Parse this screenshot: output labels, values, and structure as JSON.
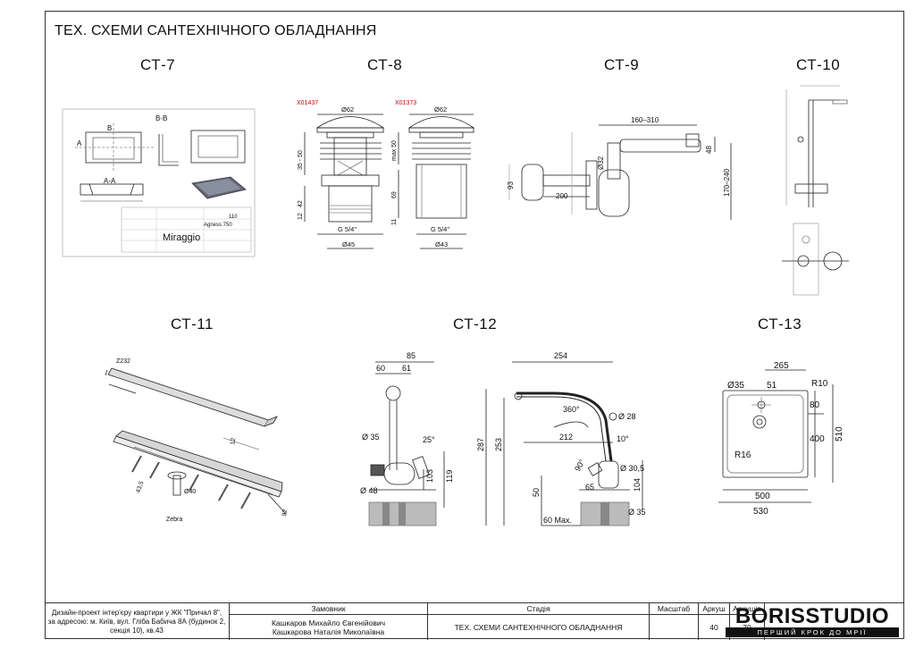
{
  "page_title": "ТЕХ. СХЕМИ САНТЕХНІЧНОГО ОБЛАДНАННЯ",
  "labels": {
    "ct7": "СТ-7",
    "ct8": "СТ-8",
    "ct9": "СТ-9",
    "ct10": "СТ-10",
    "ct11": "СТ-11",
    "ct12": "СТ-12",
    "ct13": "СТ-13"
  },
  "ct7": {
    "section_b": "B-B",
    "section_a": "A-A",
    "mark_a": "A",
    "mark_b": "B",
    "brand": "Miraggio",
    "model": "Agness 750",
    "num1": "110"
  },
  "ct8": {
    "code_left": "X01437",
    "code_right": "X01373",
    "d62": "Ø62",
    "d45": "Ø45",
    "d43": "Ø43",
    "g": "G 5/4\"",
    "h35_50": "35 - 50",
    "h42": "42",
    "h12": "12",
    "max50": "max 50",
    "h69": "69",
    "h11": "11"
  },
  "ct9": {
    "w160_310": "160–310",
    "d32": "Ø32",
    "h48": "48",
    "h93": "93",
    "w200": "200",
    "h170_240": "170–240"
  },
  "ct11": {
    "z232": "Z232",
    "zebra": "Zebra",
    "h43_5": "43,5",
    "d40": "Ø40",
    "w12": "12",
    "w92": "92"
  },
  "ct12": {
    "w85": "85",
    "w60": "60",
    "w61": "61",
    "d35a": "Ø 35",
    "a25": "25°",
    "h103": "103",
    "h119": "119",
    "d48": "Ø 48",
    "w254": "254",
    "r360": "360°",
    "d28": "Ø 28",
    "w212": "212",
    "h287": "287",
    "h253": "253",
    "a10": "10°",
    "a90": "90°",
    "d30_5": "Ø 30,5",
    "h50": "50",
    "w65": "65",
    "h104": "104",
    "max60": "60 Max.",
    "d35b": "Ø 35"
  },
  "ct13": {
    "w265": "265",
    "d35": "Ø35",
    "w51": "51",
    "r10": "R10",
    "h80": "80",
    "h400": "400",
    "h510": "510",
    "r16": "R16",
    "w500": "500",
    "w530": "530"
  },
  "title_block": {
    "project": "Дизайн-проект інтер'єру квартири у ЖК \"Причал 8\", за адресою: м. Київ, вул. Гліба Бабича 8А (будинок 2, секція 10), кв.43",
    "client_header": "Замовник",
    "client_1": "Кашкаров Михайло Євгенійович",
    "client_2": "Кашкарова Наталія Миколаївна",
    "stage_header": "Стадія",
    "stage_value": "ТЕХ. СХЕМИ САНТЕХНІЧНОГО ОБЛАДНАННЯ",
    "scale_header": "Масштаб",
    "sheet_header": "Аркуш",
    "sheets_header": "Аркушів",
    "sheet_value": "40",
    "sheets_value": "70",
    "logo": "BORISSTUDIO",
    "slogan": "ПЕРШИЙ КРОК ДО МРІЇ"
  }
}
